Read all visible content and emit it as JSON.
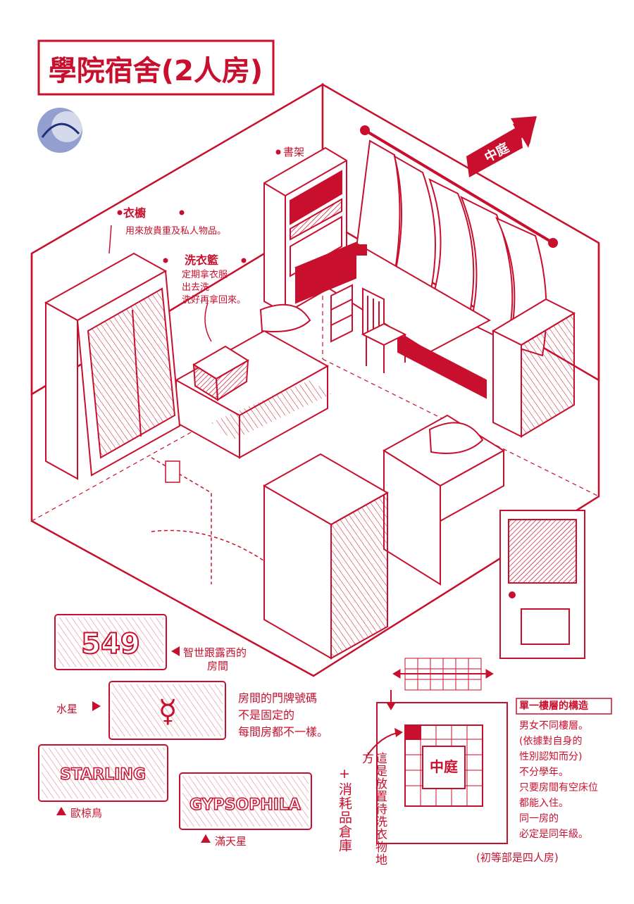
{
  "title": "學院宿舍(2人房)",
  "courtyard_arrow_label": "中庭",
  "labels": {
    "wardrobe": "衣櫥",
    "wardrobe_desc": "用來放貴重及私人物品。",
    "bookshelf": "書架",
    "laundry": "洗衣籃",
    "laundry_desc": [
      "定期拿衣服",
      "出去洗",
      "洗好再拿回來。"
    ]
  },
  "plates": {
    "room_number": "549",
    "room_number_caption": [
      "智世跟露西的",
      "房間"
    ],
    "mercury_label": "水星",
    "mercury_symbol": "☿",
    "starling": "STARLING",
    "starling_caption": "歐椋鳥",
    "gypsophila": "GYPSOPHILA",
    "gypsophila_caption": "滿天星",
    "note": [
      "房間的門牌號碼",
      "不是固定的",
      "每間房都不一樣。"
    ]
  },
  "floor_plan": {
    "courtyard": "中庭",
    "storage_note_1": "這是放置待洗衣物地方",
    "storage_note_2": "+消耗品倉庫",
    "structure_title": "單一樓層的構造",
    "structure_lines": [
      "男女不同樓層。",
      "(依據對自身的",
      "性別認知而分)",
      "不分學年。",
      "只要房間有空床位",
      "都能入住。",
      "同一房的",
      "必定是同年級。"
    ],
    "footnote": "(初等部是四人房)"
  },
  "colors": {
    "ink": "#c8102e",
    "paper": "#ffffff",
    "logo": "#3a52a8"
  }
}
